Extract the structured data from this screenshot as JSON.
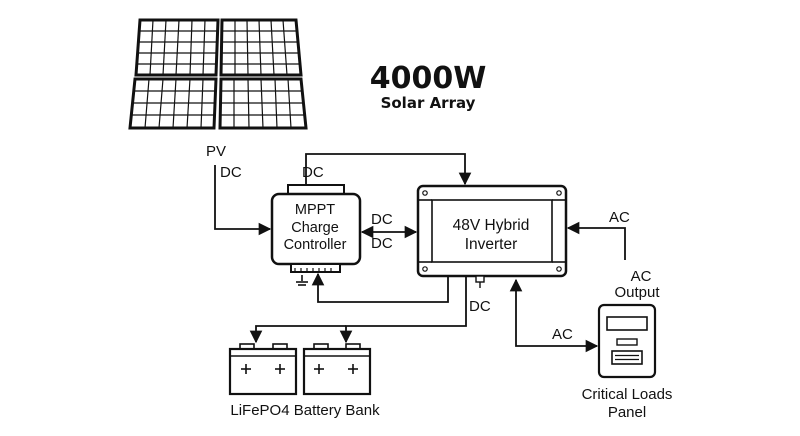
{
  "title": {
    "power": "4000W",
    "subtitle": "Solar Array"
  },
  "solar": {
    "label_pv": "PV",
    "label_dc": "DC"
  },
  "mppt": {
    "line1": "MPPT",
    "line2": "Charge",
    "line3": "Controller"
  },
  "inverter": {
    "line1": "48V Hybrid",
    "line2": "Inverter"
  },
  "links": {
    "top_dc": "DC",
    "mppt_inv_dc_upper": "DC",
    "mppt_inv_dc_lower": "DC",
    "inverter_battery_dc": "DC",
    "ac_in": "AC",
    "ac_output_line1": "AC",
    "ac_output_line2": "Output",
    "ac_to_panel": "AC"
  },
  "battery": {
    "label": "LiFePO4 Battery Bank"
  },
  "panel": {
    "line1": "Critical Loads",
    "line2": "Panel"
  },
  "colors": {
    "stroke": "#111111",
    "background": "#ffffff"
  }
}
